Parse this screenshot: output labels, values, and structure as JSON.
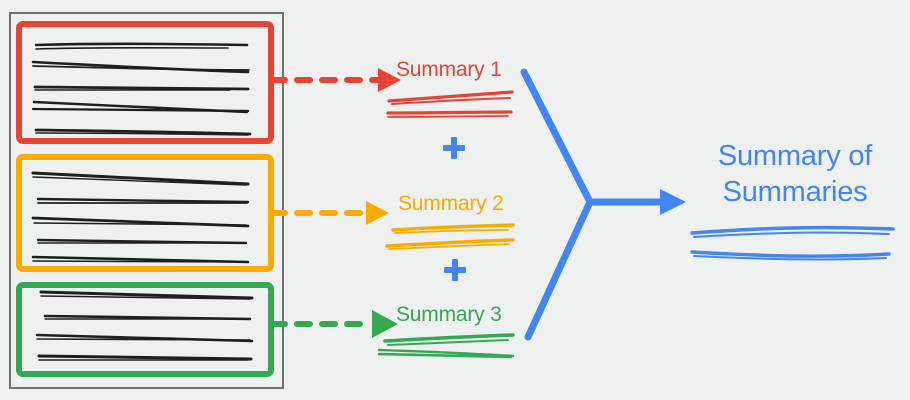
{
  "diagram": {
    "title_text_elements": {
      "summary_1": "Summary 1",
      "summary_2": "Summary 2",
      "summary_3": "Summary 3",
      "final_line_1": "Summary of",
      "final_line_2": "Summaries"
    },
    "operators": {
      "plus_1": "+",
      "plus_2": "+"
    },
    "colors": {
      "background": "#eff0f0",
      "document_frame": "#707070",
      "chunk_1": "#ea4335",
      "chunk_2": "#fbab00",
      "chunk_3": "#34a853",
      "final": "#4285f4",
      "scribble_text": "#1f1f1f"
    },
    "document": {
      "name": "source-document",
      "chunks": [
        {
          "id": "chunk-1",
          "color": "#ea4335",
          "line_count": 5,
          "summary_label": "Summary 1"
        },
        {
          "id": "chunk-2",
          "color": "#fbab00",
          "line_count": 5,
          "summary_label": "Summary 2"
        },
        {
          "id": "chunk-3",
          "color": "#34a853",
          "line_count": 4,
          "summary_label": "Summary 3"
        }
      ]
    },
    "arrows": [
      {
        "id": "arrow-chunk-1",
        "style": "dashed",
        "color": "#ea4335",
        "direction": "right"
      },
      {
        "id": "arrow-chunk-2",
        "style": "dashed",
        "color": "#fbab00",
        "direction": "right"
      },
      {
        "id": "arrow-chunk-3",
        "style": "dashed",
        "color": "#34a853",
        "direction": "right"
      },
      {
        "id": "arrow-merge",
        "style": "solid",
        "color": "#4285f4",
        "direction": "right"
      }
    ],
    "summaries": [
      {
        "id": "summary-1",
        "color": "#ea4335",
        "scribble_lines": 2
      },
      {
        "id": "summary-2",
        "color": "#fbab00",
        "scribble_lines": 2
      },
      {
        "id": "summary-3",
        "color": "#34a853",
        "scribble_lines": 2
      },
      {
        "id": "summary-of-summaries",
        "color": "#4285f4",
        "scribble_lines": 2
      }
    ]
  }
}
